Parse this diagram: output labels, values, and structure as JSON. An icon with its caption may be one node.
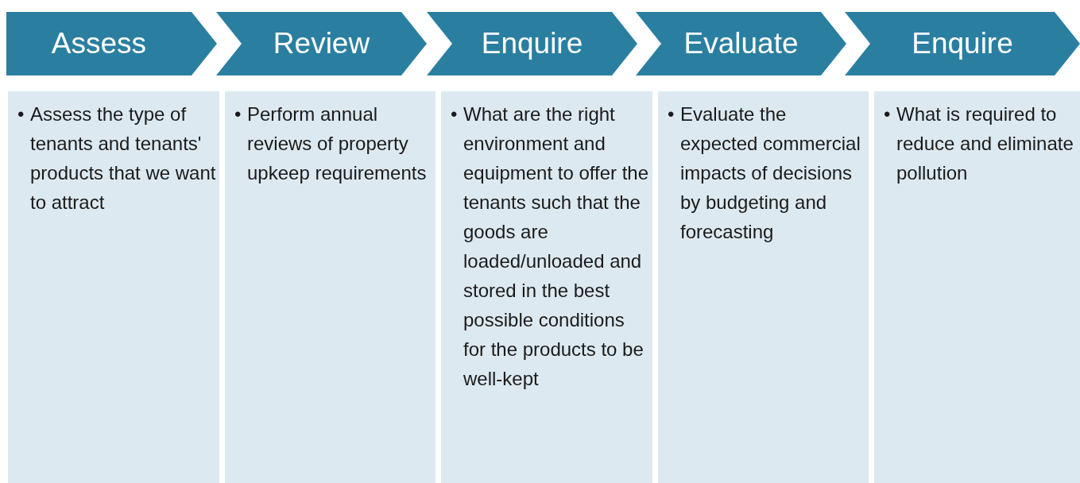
{
  "diagram": {
    "nodes": [
      {
        "text": [
          "Assess"
        ]
      },
      {
        "text": [
          "Review"
        ]
      },
      {
        "text": [
          "Enquire"
        ]
      },
      {
        "text": [
          "Evaluate"
        ]
      },
      {
        "text": [
          "Enquire"
        ]
      },
      {
        "text": [
          "•",
          "Assess the type of tenants and tenants' products that we want to attract"
        ]
      },
      {
        "text": [
          "•",
          "Perform annual reviews of property upkeep requirements"
        ]
      },
      {
        "text": [
          "•",
          "What are the right environment and equipment to offer the tenants such that the goods are loaded/unloaded and stored in the best possible conditions for the products to be well-kept"
        ]
      },
      {
        "text": [
          "•",
          "Evaluate the expected commercial impacts of decisions by budgeting and forecasting"
        ]
      },
      {
        "text": [
          "•",
          "What is required to reduce and eliminate pollution"
        ]
      }
    ]
  }
}
